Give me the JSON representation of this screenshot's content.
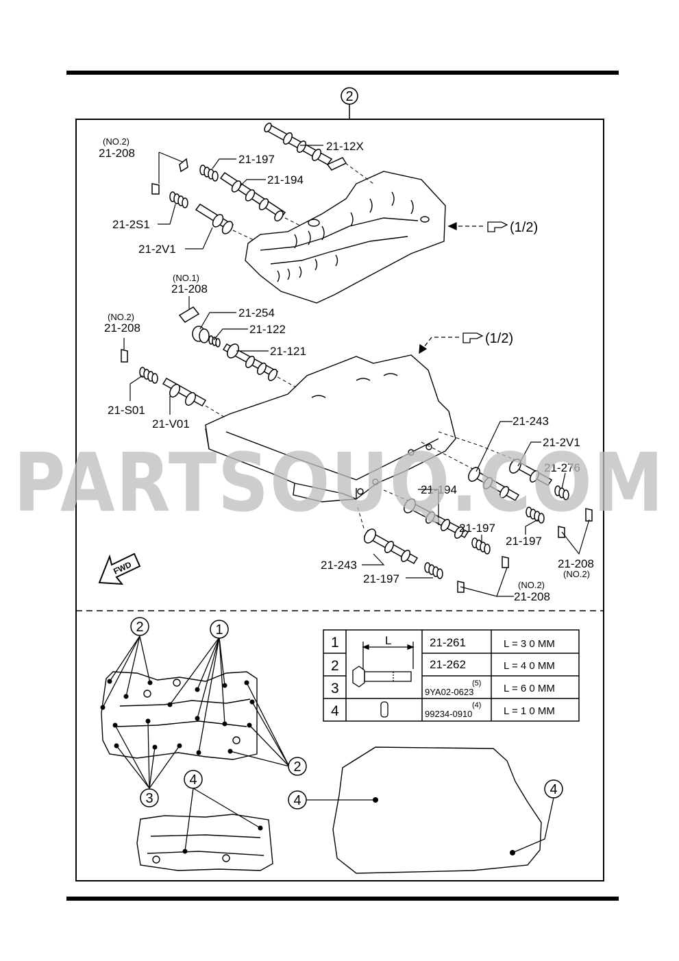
{
  "sheet": {
    "main_callout": "2",
    "watermark": "PARTSOUQ.COM",
    "fwd_label": "FWD"
  },
  "labels": {
    "l_12x": "21-12X",
    "l_197a": "21-197",
    "l_194a": "21-194",
    "l_208no2a_note": "(NO.2)",
    "l_208no2a": "21-208",
    "l_2s1": "21-2S1",
    "l_2v1a": "21-2V1",
    "ref_half_top": "(1/2)",
    "l_208no1_note": "(NO.1)",
    "l_208no1": "21-208",
    "l_254": "21-254",
    "l_122": "21-122",
    "l_121": "21-121",
    "l_208no2b_note": "(NO.2)",
    "l_208no2b": "21-208",
    "ref_half_mid": "(1/2)",
    "l_s01": "21-S01",
    "l_v01": "21-V01",
    "l_243a": "21-243",
    "l_2v1b": "21-2V1",
    "l_276": "21-276",
    "l_194b": "21-194",
    "l_197b": "21-197",
    "l_197c": "21-197",
    "l_208no2c": "21-208",
    "l_208no2c_note": "(NO.2)",
    "l_243b": "21-243",
    "l_197d": "21-197",
    "l_208no2d_note": "(NO.2)",
    "l_208no2d": "21-208"
  },
  "callouts": {
    "c1": "1",
    "c2a": "2",
    "c2b": "2",
    "c3": "3",
    "c4a": "4",
    "c4b": "4",
    "c4c": "4"
  },
  "bolt_table": {
    "dim_label": "L",
    "rows": [
      {
        "no": "1",
        "part": "21-261",
        "qty": "",
        "length": "L = 3 0 MM"
      },
      {
        "no": "2",
        "part": "21-262",
        "qty": "",
        "length": "L = 4 0 MM"
      },
      {
        "no": "3",
        "part": "9YA02-0623",
        "qty": "(5)",
        "length": "L = 6 0 MM"
      },
      {
        "no": "4",
        "part": "99234-0910",
        "qty": "(4)",
        "length": "L = 1 0 MM"
      }
    ]
  }
}
